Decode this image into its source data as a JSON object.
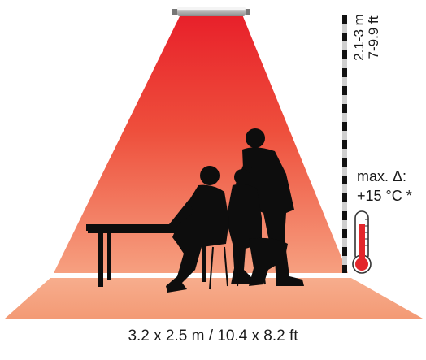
{
  "labels": {
    "mounting_height_metric": "2.1-3 m",
    "mounting_height_imperial": "7-9.9 ft",
    "max_delta_label": "max. Δ:",
    "max_delta_value": "+15 °C *",
    "floor_coverage": "3.2 x 2.5 m / 10.4 x 8.2 ft"
  },
  "icons": {
    "heater": "ceiling-heater-icon",
    "thermometer": "thermometer-icon",
    "people": "seated-people-silhouette",
    "table": "table-silhouette"
  },
  "colors": {
    "heat_top": "#e8202a",
    "heat_mid": "#f06a4a",
    "heat_bottom": "#f7a37f",
    "floor": "#f5a27f",
    "silhouette": "#0d0d0d",
    "thermometer_red": "#e3262b"
  }
}
